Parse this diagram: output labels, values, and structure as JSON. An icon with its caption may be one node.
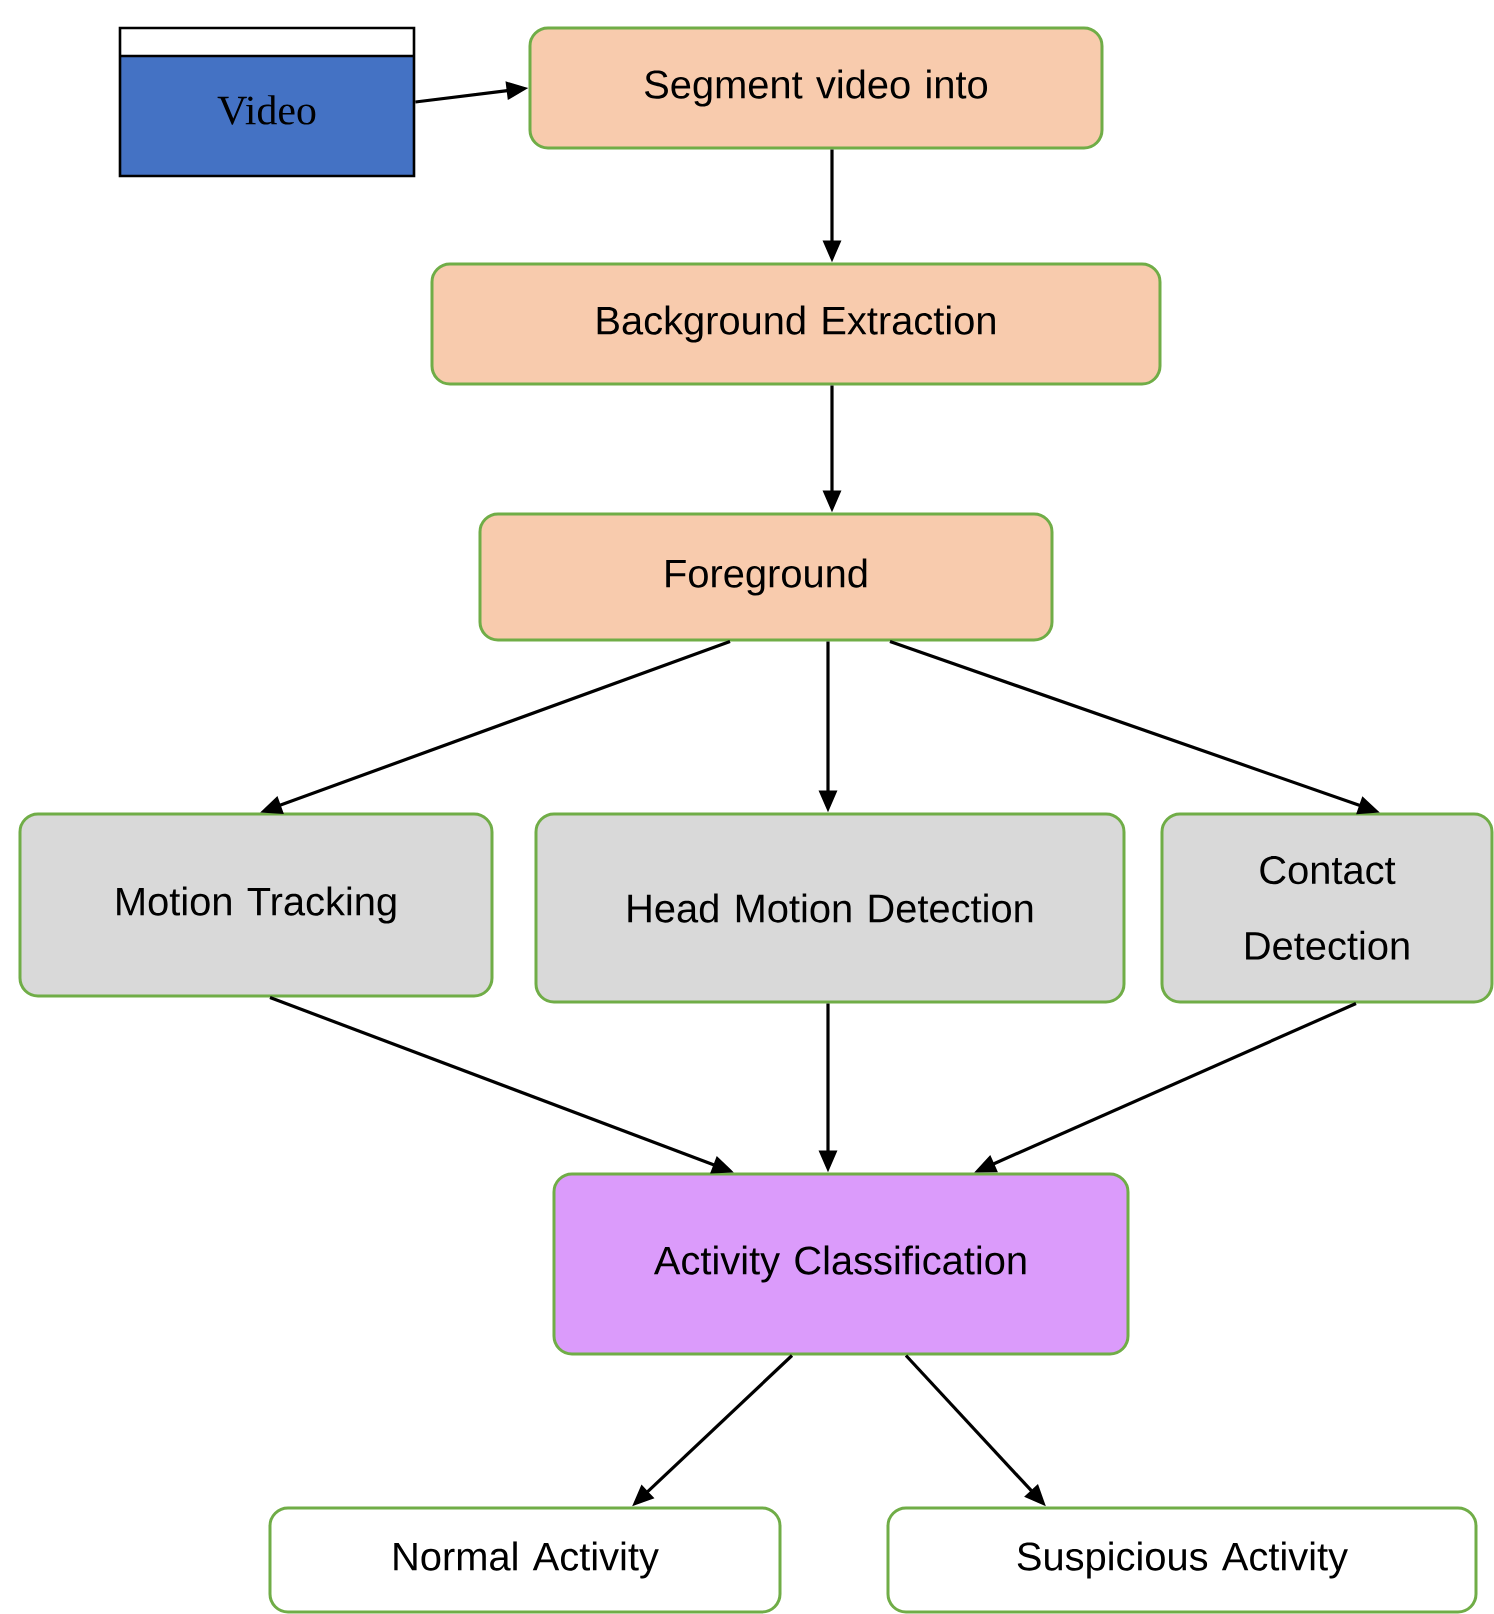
{
  "diagram": {
    "nodes": [
      {
        "text": [
          "Video"
        ]
      },
      {
        "text": [
          "Segment video into"
        ]
      },
      {
        "text": [
          "Background Extraction"
        ]
      },
      {
        "text": [
          "Foreground"
        ]
      },
      {
        "text": [
          "Motion Tracking"
        ]
      },
      {
        "text": [
          "Head Motion Detection"
        ]
      },
      {
        "text": [
          "Contact Detection"
        ]
      },
      {
        "text": [
          "Activity Classification"
        ]
      },
      {
        "text": [
          "Normal Activity"
        ]
      },
      {
        "text": [
          "Suspicious Activity"
        ]
      }
    ],
    "edges": [
      {
        "from": 0,
        "to": 1,
        "arrow": "to"
      },
      {
        "from": 1,
        "to": 2,
        "arrow": "to"
      },
      {
        "from": 2,
        "to": 3,
        "arrow": "to"
      },
      {
        "from": 3,
        "to": 4,
        "arrow": "to"
      },
      {
        "from": 3,
        "to": 5,
        "arrow": "to"
      },
      {
        "from": 3,
        "to": 6,
        "arrow": "to"
      },
      {
        "from": 4,
        "to": 7,
        "arrow": "to"
      },
      {
        "from": 5,
        "to": 7,
        "arrow": "to"
      },
      {
        "from": 6,
        "to": 7,
        "arrow": "to"
      },
      {
        "from": 7,
        "to": 8,
        "arrow": "to"
      },
      {
        "from": 7,
        "to": 9,
        "arrow": "to"
      }
    ]
  }
}
